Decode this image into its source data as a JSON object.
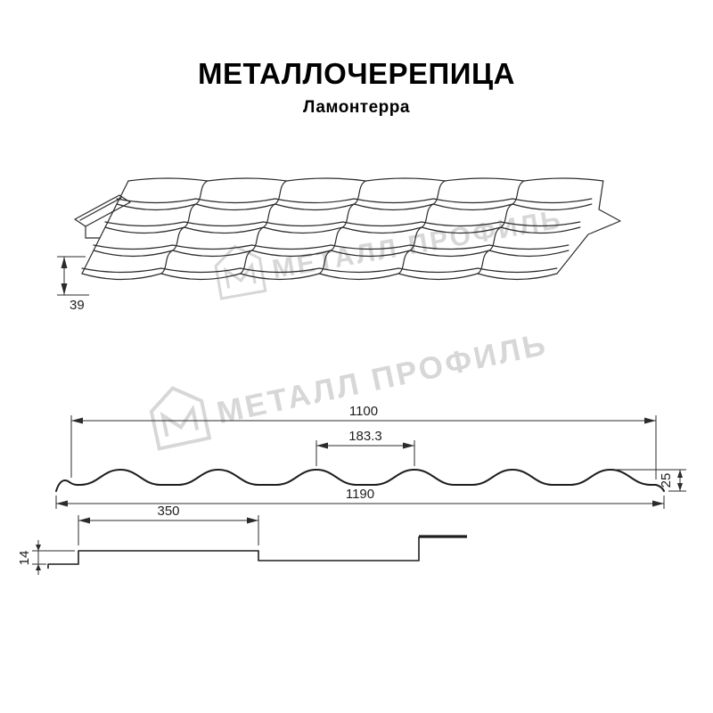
{
  "header": {
    "title": "МЕТАЛЛОЧЕРЕПИЦА",
    "subtitle": "Ламонтерра"
  },
  "watermark": {
    "text": "МЕТАЛЛ ПРОФИЛЬ"
  },
  "dims": {
    "step_height": "39",
    "cover_width": "1100",
    "wave_pitch": "183.3",
    "profile_height": "25",
    "full_width": "1190",
    "module_length": "350",
    "module_step": "14"
  },
  "colors": {
    "line": "#2b2b2b",
    "watermark": "#d7d7d7",
    "background": "#ffffff"
  }
}
